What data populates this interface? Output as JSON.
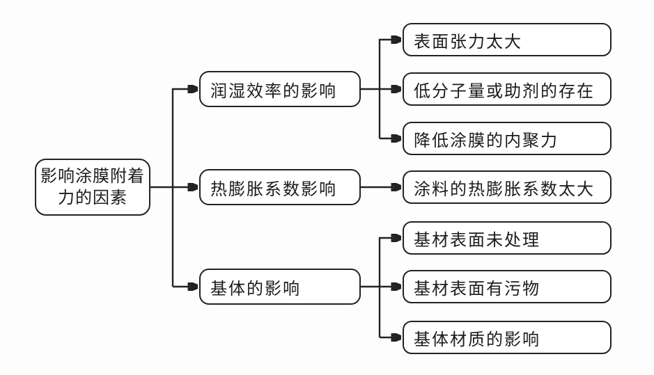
{
  "colors": {
    "background": "#fdfdfd",
    "box_fill": "#ffffff",
    "line_and_border": "#222222",
    "text": "#1c1c1c"
  },
  "diagram": {
    "root": {
      "label": "影响涂膜附着力的因素",
      "lines": [
        "影响涂膜附着",
        "力的因素"
      ]
    },
    "branches": [
      {
        "label": "润湿效率的影响",
        "children": [
          "表面张力太大",
          "低分子量或助剂的存在",
          "降低涂膜的内聚力"
        ]
      },
      {
        "label": "热膨胀系数影响",
        "children": [
          "涂料的热膨胀系数太大"
        ]
      },
      {
        "label": "基体的影响",
        "children": [
          "基材表面未处理",
          "基材表面有污物",
          "基体材质的影响"
        ]
      }
    ]
  }
}
